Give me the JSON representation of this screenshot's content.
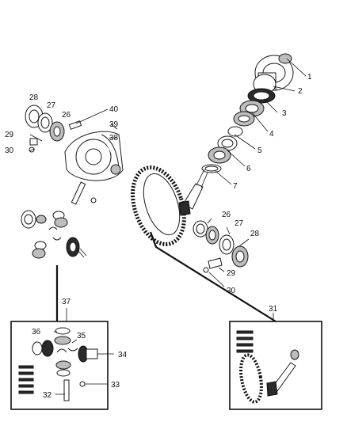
{
  "callouts": {
    "c1": "1",
    "c2": "2",
    "c3": "3",
    "c4": "4",
    "c5": "5",
    "c6": "6",
    "c7": "7",
    "c26a": "26",
    "c27a": "27",
    "c28a": "28",
    "c29a": "29",
    "c30a": "30",
    "c26b": "26",
    "c27b": "27",
    "c28b": "28",
    "c29b": "29",
    "c30b": "30",
    "c37": "37",
    "c38": "38",
    "c39": "39",
    "c40": "40",
    "c31": "31",
    "c32": "32",
    "c33": "33",
    "c34": "34",
    "c35": "35",
    "c36": "36"
  }
}
